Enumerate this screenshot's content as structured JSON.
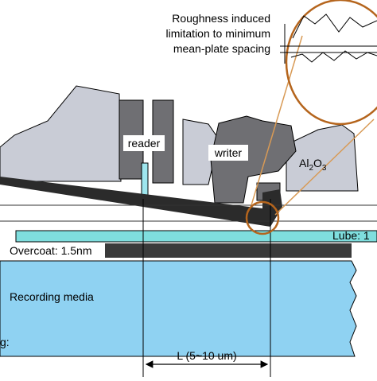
{
  "labels": {
    "roughness_line1": "Roughness induced",
    "roughness_line2": "limitation to minimum",
    "roughness_line3": "mean-plate spacing",
    "reader": "reader",
    "writer": "writer",
    "alumina_base": "Al",
    "alumina_sub1": "2",
    "alumina_mid": "O",
    "alumina_sub2": "3",
    "lube": "Lube: 1",
    "overcoat": "Overcoat: 1.5nm",
    "recording_media": "Recording media",
    "cut_left": "g:",
    "dimension": "L  (5~10 um)"
  },
  "colors": {
    "head_body": "#c9ccd6",
    "pole_dark": "#6f6f73",
    "slider_black": "#2b2b2b",
    "lube": "#7fdede",
    "overcoat": "#3a3a3a",
    "media": "#8fd2f2",
    "highlight_circle": "#b5651d",
    "zoom_lines": "#d89a55",
    "reader_sensor": "#9ee6ee"
  }
}
